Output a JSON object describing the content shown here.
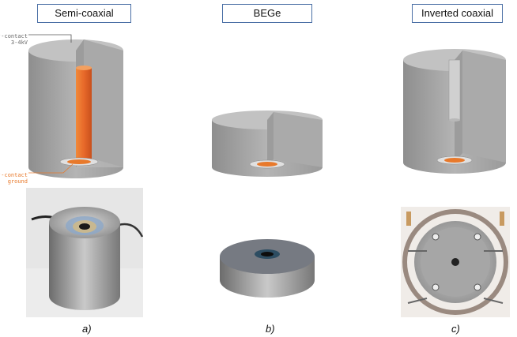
{
  "panels": [
    {
      "title": "Semi-coaxial",
      "caption": "a)"
    },
    {
      "title": "BEGe",
      "caption": "b)"
    },
    {
      "title": "Inverted coaxial",
      "caption": "c)"
    }
  ],
  "annotations": {
    "n_contact_line1": "n⁺-contact",
    "n_contact_line2": "3-4kV",
    "p_contact_line1": "p⁺-contact",
    "p_contact_line2": "ground"
  },
  "colors": {
    "contact_orange": "#e8792b",
    "crystal_gray": "#a6a6a6",
    "box_border": "#4a6fa5"
  }
}
